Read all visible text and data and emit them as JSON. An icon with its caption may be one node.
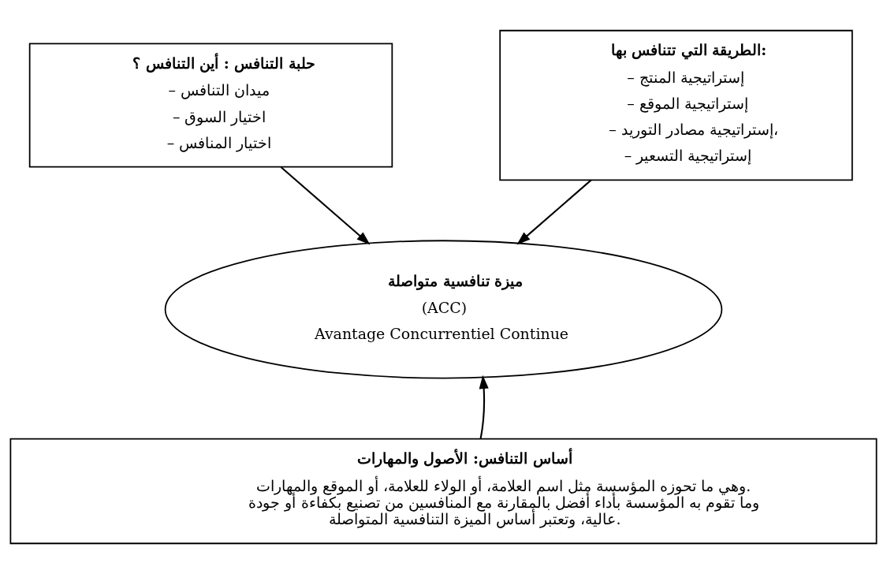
{
  "diagram": {
    "nodes": [
      {
        "text": [
          "حلبة التنافس : أين التنافس ؟",
          "– ميدان التنافس",
          "– اختيار السوق",
          "– اختيار المنافس"
        ]
      },
      {
        "text": [
          "الطريقة التي تتنافس بها:",
          "– إستراتيجية المنتج",
          "– إستراتيجية الموقع",
          "– إستراتيجية مصادر التوريد،",
          "– إستراتيجية التسعير"
        ]
      },
      {
        "text": [
          "ميزة تنافسية متواصلة",
          "(ACC)",
          "Avantage Concurrentiel Continue"
        ]
      },
      {
        "text": [
          "أساس التنافس: الأصول والمهارات",
          "وهي ما تحوزه المؤسسة مثل اسم العلامة، أو الولاء للعلامة، أو الموقع والمهارات. وما تقوم به المؤسسة بأداء أفضل بالمقارنة مع المنافسين من تصنيع بكفاءة أو جودة عالية، وتعتبر أساس الميزة التنافسية المتواصلة."
        ]
      }
    ],
    "edges": [
      {
        "from": 0,
        "to": 2,
        "arrow": "to"
      },
      {
        "from": 1,
        "to": 2,
        "arrow": "to"
      },
      {
        "from": 3,
        "to": 2,
        "arrow": "to"
      }
    ]
  }
}
